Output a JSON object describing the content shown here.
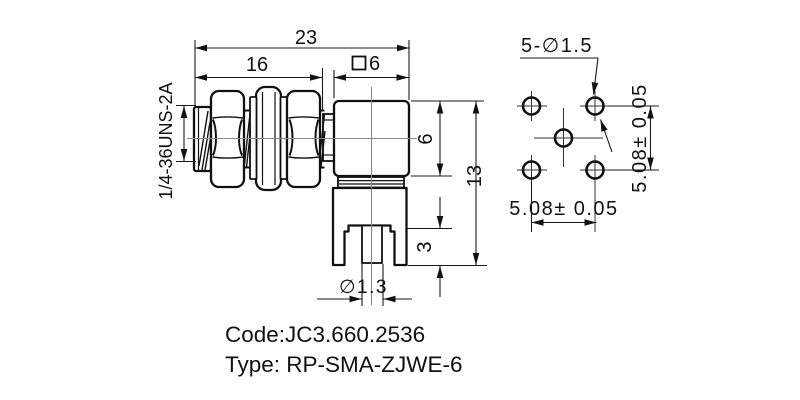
{
  "side_view": {
    "dim_total_width": "23",
    "dim_thread_section": "16",
    "square_width": "6",
    "thread_spec": "1/4-36UNS-2A",
    "dim_body_height": "6",
    "dim_total_height": "13",
    "dim_leg_length": "3",
    "dim_pin_diameter": "∅1.3"
  },
  "footprint": {
    "hole_callout": "5-∅1.5",
    "dim_horizontal_pitch": "5.08± 0.05",
    "dim_vertical_pitch": "5.08± 0.05"
  },
  "caption": {
    "code_line": "Code:JC3.660.2536",
    "type_line": "Type: RP-SMA-ZJWE-6"
  },
  "colors": {
    "line": "#111111",
    "centerline": "#888888",
    "background": "#ffffff"
  }
}
